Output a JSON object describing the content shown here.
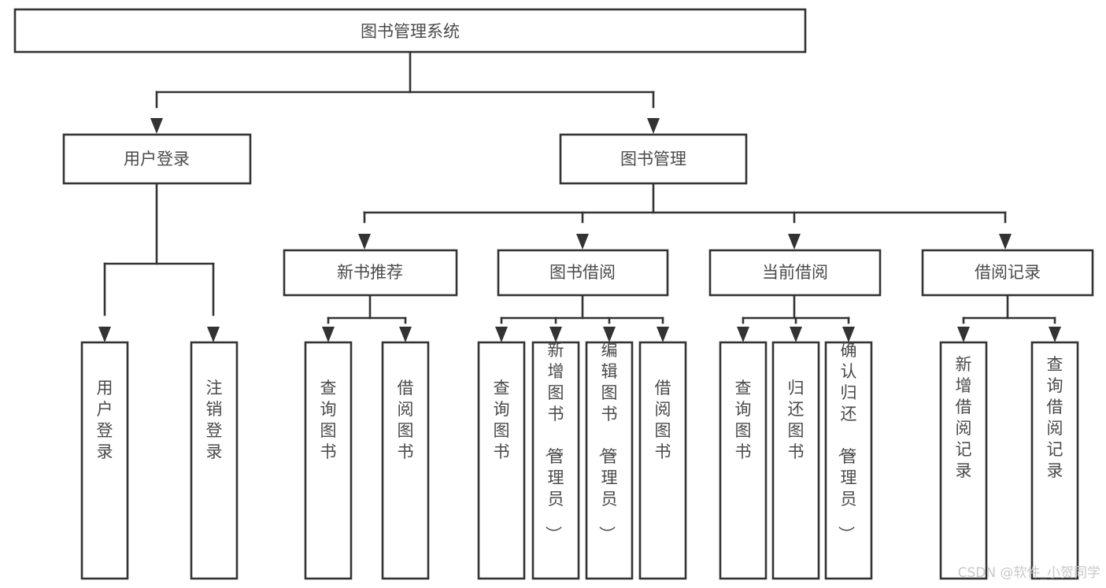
{
  "diagram": {
    "title": "图书管理系统",
    "type": "tree",
    "orientation": "top-down",
    "colors": {
      "background": "#ffffff",
      "box_stroke": "#333333",
      "box_fill": "#ffffff",
      "text": "#4a4a4a",
      "connector": "#333333",
      "watermark": "#c9c9c9"
    },
    "root": {
      "label": "图书管理系统",
      "orientation": "horizontal"
    },
    "level2": [
      {
        "label": "用户登录",
        "orientation": "horizontal"
      },
      {
        "label": "图书管理",
        "orientation": "horizontal"
      }
    ],
    "level3": [
      {
        "label": "新书推荐",
        "orientation": "horizontal",
        "parent": "图书管理"
      },
      {
        "label": "图书借阅",
        "orientation": "horizontal",
        "parent": "图书管理"
      },
      {
        "label": "当前借阅",
        "orientation": "horizontal",
        "parent": "图书管理"
      },
      {
        "label": "借阅记录",
        "orientation": "horizontal",
        "parent": "图书管理"
      }
    ],
    "leaves": {
      "user_login": [
        {
          "label": "用户登录",
          "orientation": "vertical"
        },
        {
          "label": "注销登录",
          "orientation": "vertical"
        }
      ],
      "new_book_recommend": [
        {
          "label": "查询图书",
          "orientation": "vertical"
        },
        {
          "label": "借阅图书",
          "orientation": "vertical"
        }
      ],
      "book_borrow": [
        {
          "label": "查询图书",
          "orientation": "vertical"
        },
        {
          "label": "新增图书（管理员）",
          "orientation": "vertical"
        },
        {
          "label": "编辑图书（管理员）",
          "orientation": "vertical"
        },
        {
          "label": "借阅图书",
          "orientation": "vertical"
        }
      ],
      "current_borrow": [
        {
          "label": "查询图书",
          "orientation": "vertical"
        },
        {
          "label": "归还图书",
          "orientation": "vertical"
        },
        {
          "label": "确认归还（管理员）",
          "orientation": "vertical"
        }
      ],
      "borrow_record": [
        {
          "label": "新增借阅记录",
          "orientation": "vertical"
        },
        {
          "label": "查询借阅记录",
          "orientation": "vertical"
        }
      ]
    }
  },
  "watermark": {
    "text": "CSDN @软件_小贺同学"
  }
}
